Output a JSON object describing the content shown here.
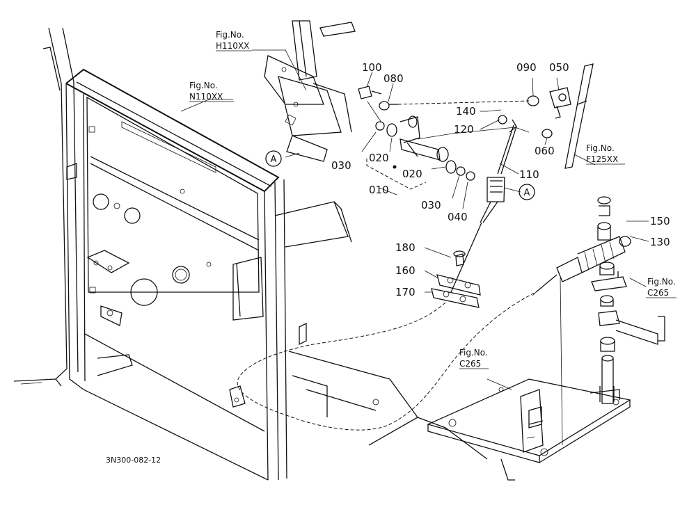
{
  "drawing_code": "3N300-082-12",
  "callout_letter": "A",
  "fig_refs": [
    {
      "id": "h110",
      "line1": "Fig.No.",
      "line2": "H110XX"
    },
    {
      "id": "n110",
      "line1": "Fig.No.",
      "line2": "N110XX"
    },
    {
      "id": "f125",
      "line1": "Fig.No.",
      "line2": "F125XX"
    },
    {
      "id": "c265a",
      "line1": "Fig.No.",
      "line2": "C265"
    },
    {
      "id": "c265b",
      "line1": "Fig.No.",
      "line2": "C265"
    }
  ],
  "parts": [
    {
      "id": "p100",
      "label": "100"
    },
    {
      "id": "p080",
      "label": "080"
    },
    {
      "id": "p090",
      "label": "090"
    },
    {
      "id": "p050",
      "label": "050"
    },
    {
      "id": "p140",
      "label": "140"
    },
    {
      "id": "p120",
      "label": "120"
    },
    {
      "id": "p060",
      "label": "060"
    },
    {
      "id": "p030a",
      "label": "030"
    },
    {
      "id": "p020a",
      "label": "020"
    },
    {
      "id": "p020b",
      "label": "020"
    },
    {
      "id": "p010",
      "label": "010"
    },
    {
      "id": "p030b",
      "label": "030"
    },
    {
      "id": "p040",
      "label": "040"
    },
    {
      "id": "p110",
      "label": "110"
    },
    {
      "id": "p150",
      "label": "150"
    },
    {
      "id": "p130",
      "label": "130"
    },
    {
      "id": "p180",
      "label": "180"
    },
    {
      "id": "p160",
      "label": "160"
    },
    {
      "id": "p170",
      "label": "170"
    }
  ]
}
